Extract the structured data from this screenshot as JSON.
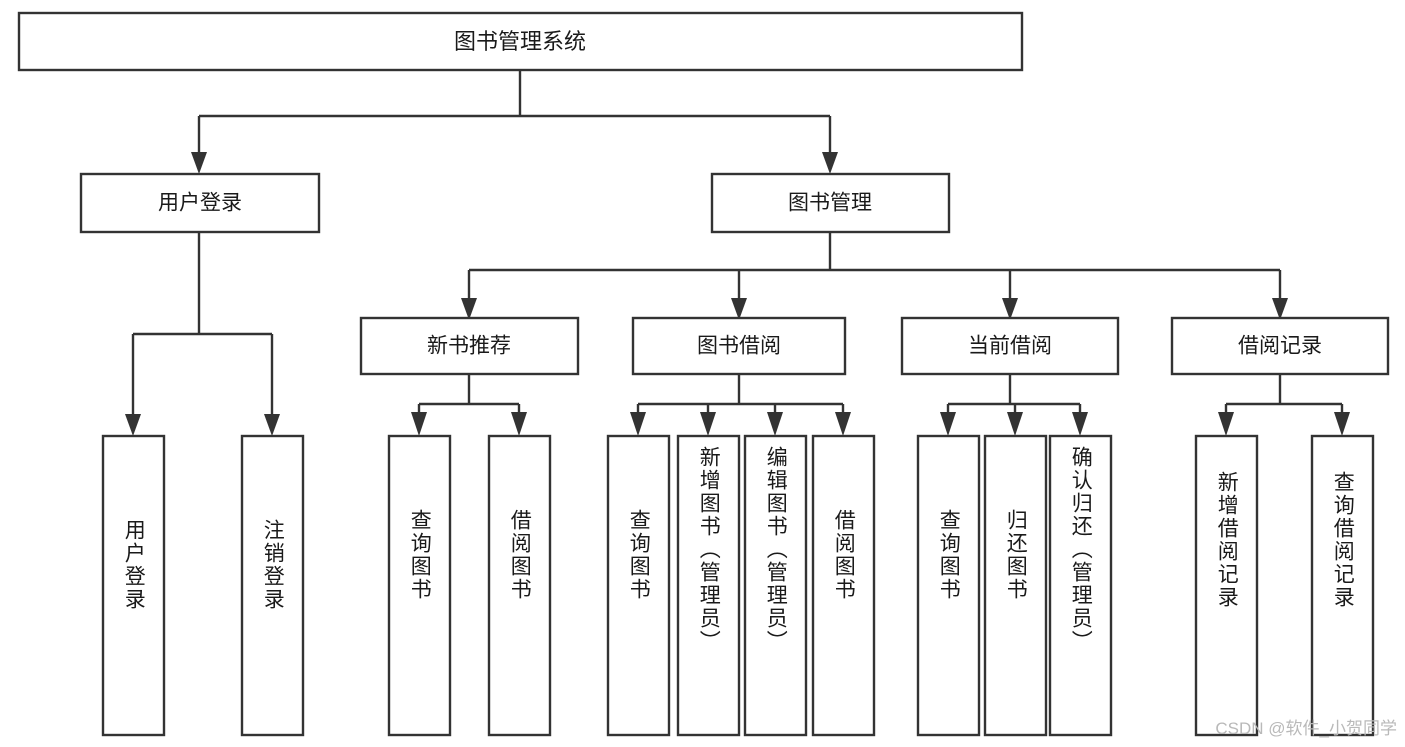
{
  "diagram": {
    "title": "图书管理系统",
    "type": "tree-hierarchy",
    "watermark": "CSDN @软件_小贺同学",
    "colors": {
      "stroke": "#333333",
      "box_fill": "#ffffff",
      "text": "#1a1a1a",
      "background": "#ffffff",
      "watermark": "#b9b9b9"
    },
    "root": {
      "label": "图书管理系统"
    },
    "level1": [
      {
        "label": "用户登录"
      },
      {
        "label": "图书管理"
      }
    ],
    "level2": [
      {
        "label": "新书推荐"
      },
      {
        "label": "图书借阅"
      },
      {
        "label": "当前借阅"
      },
      {
        "label": "借阅记录"
      }
    ],
    "leaves": {
      "user_login": [
        {
          "label": "用户登录"
        },
        {
          "label": "注销登录"
        }
      ],
      "new_book_recommend": [
        {
          "label": "查询图书"
        },
        {
          "label": "借阅图书"
        }
      ],
      "book_borrow": [
        {
          "label": "查询图书"
        },
        {
          "label": "新增图书（管理员）"
        },
        {
          "label": "编辑图书（管理员）"
        },
        {
          "label": "借阅图书"
        }
      ],
      "current_borrow": [
        {
          "label": "查询图书"
        },
        {
          "label": "归还图书"
        },
        {
          "label": "确认归还（管理员）"
        }
      ],
      "borrow_record": [
        {
          "label": "新增借阅记录"
        },
        {
          "label": "查询借阅记录"
        }
      ]
    }
  }
}
